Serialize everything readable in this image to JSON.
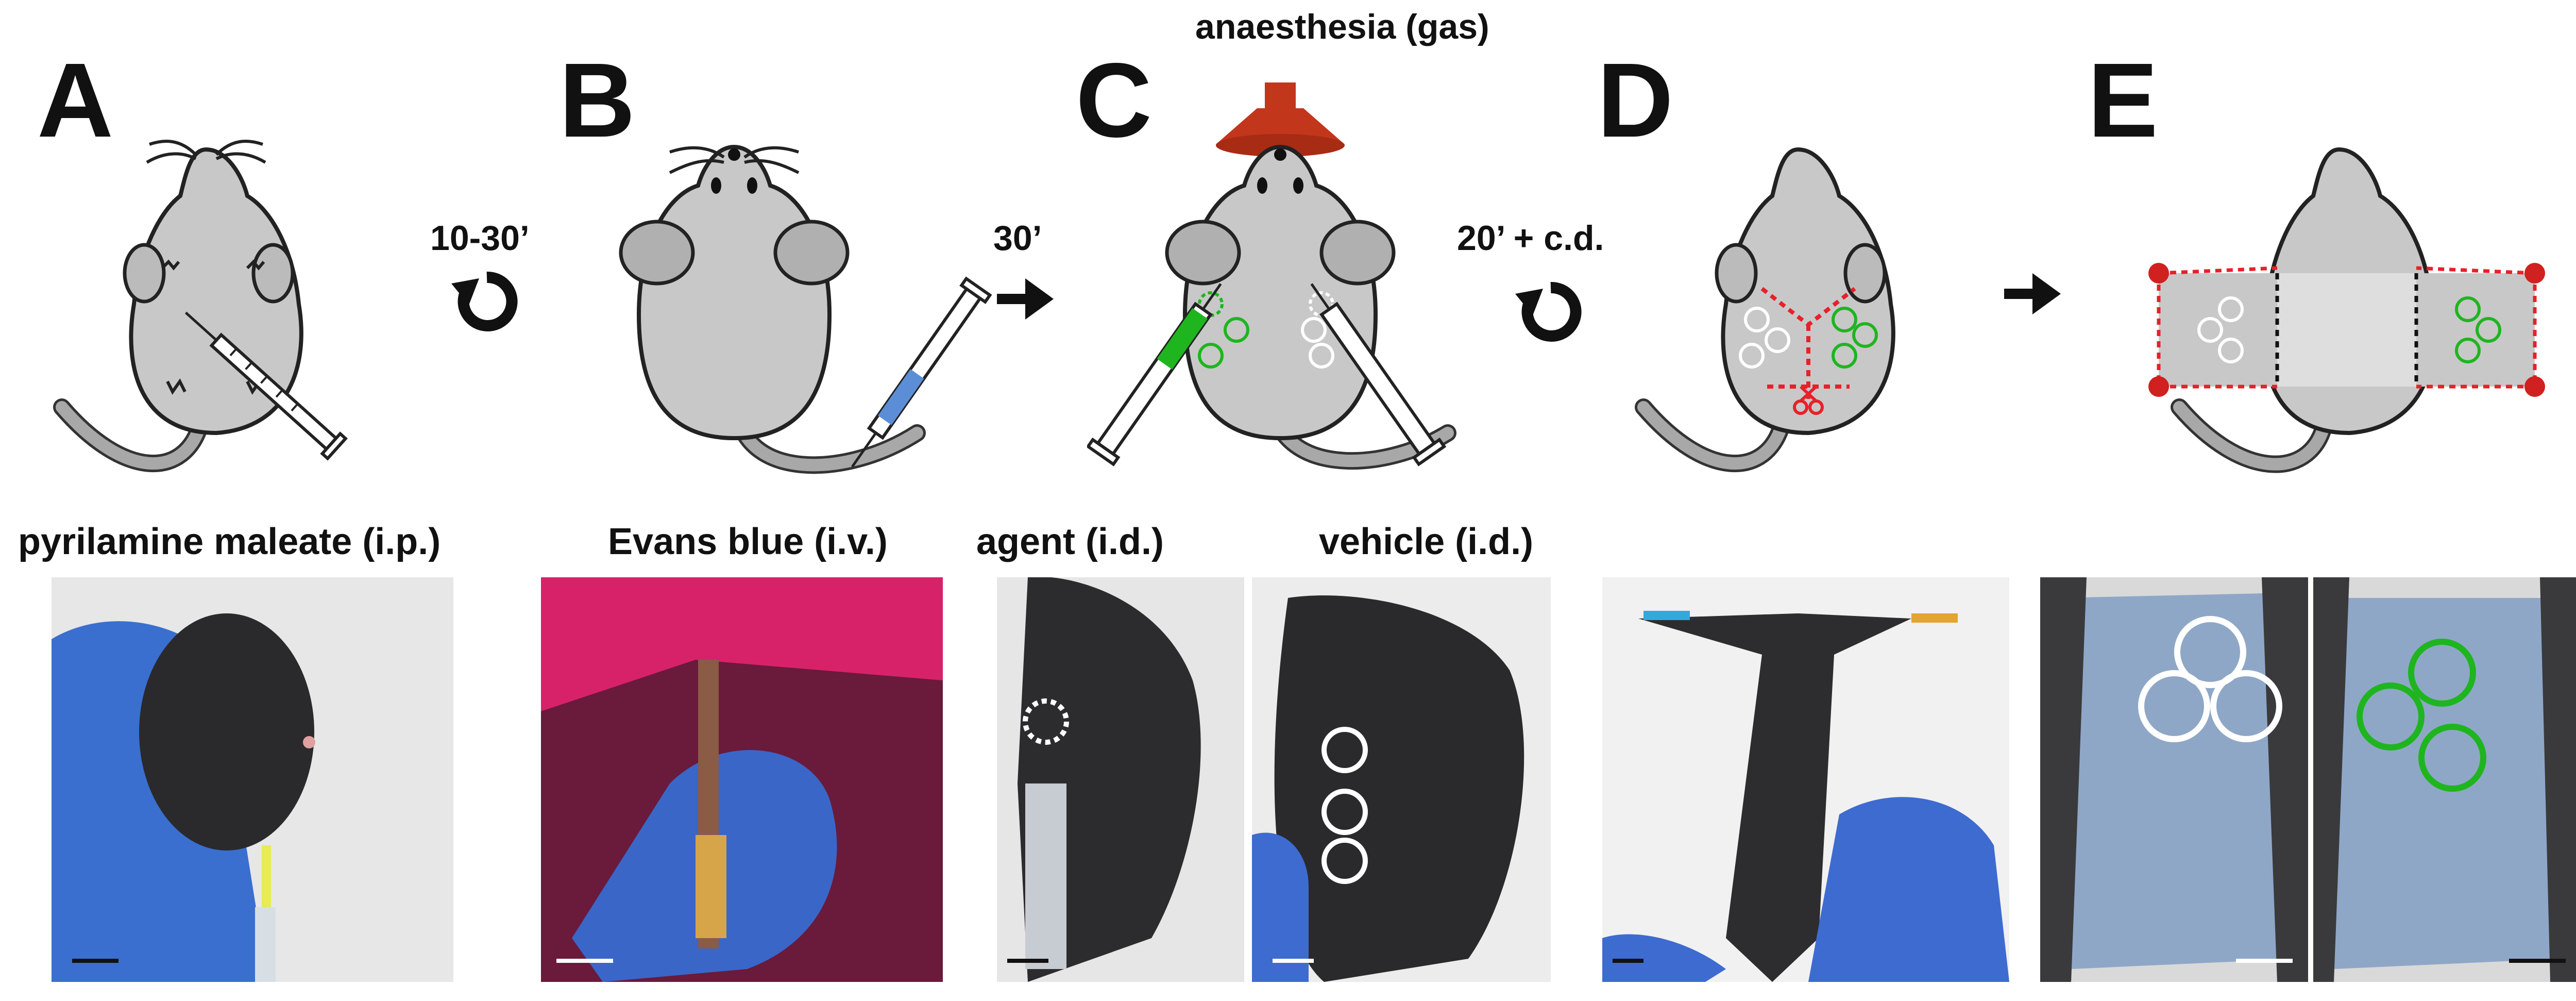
{
  "panels": {
    "a": {
      "letter": "A",
      "caption": "pyrilamine maleate (i.p.)"
    },
    "b": {
      "letter": "B",
      "caption": "Evans blue (i.v.)"
    },
    "c": {
      "letter": "C",
      "top_label": "anaesthesia (gas)",
      "caption_agent": "agent (i.d.)",
      "caption_vehicle": "vehicle (i.d.)"
    },
    "d": {
      "letter": "D"
    },
    "e": {
      "letter": "E"
    }
  },
  "steps": {
    "ab": {
      "label": "10-30’",
      "icon": "clockwise-arrow-icon"
    },
    "bc": {
      "label": "30’",
      "icon": "right-arrow-icon"
    },
    "cd": {
      "label": "20’ + c.d.",
      "icon": "clockwise-arrow-icon"
    },
    "de": {
      "label": "",
      "icon": "right-arrow-icon"
    }
  },
  "colors": {
    "agent_green": "#1fb51f",
    "vehicle_white": "#ffffff",
    "dissection_red": "#e8202a",
    "funnel_red": "#c2361c",
    "mouse_grey": "#c8c8c8",
    "evans_blue": "#5b8ed6"
  }
}
